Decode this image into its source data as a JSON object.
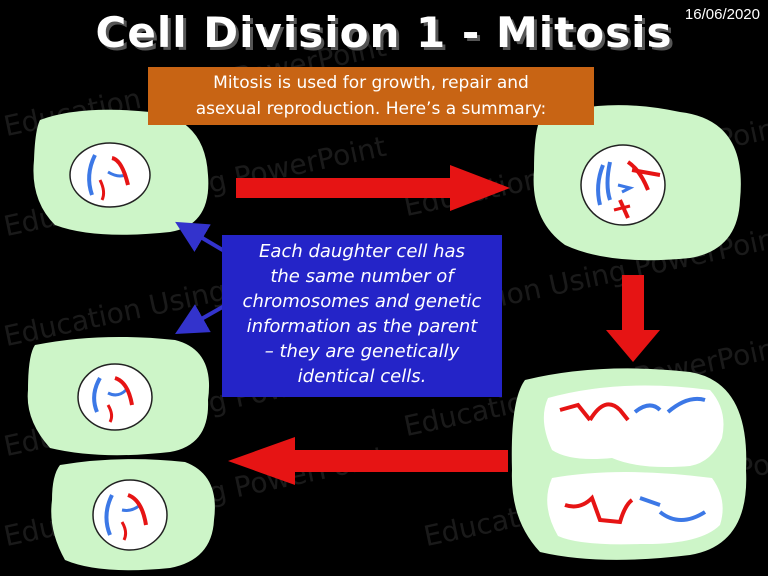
{
  "slide": {
    "title": "Cell Division 1 - Mitosis",
    "date": "16/06/2020",
    "summary_lines": [
      "Mitosis is used for growth, repair and",
      "asexual reproduction.  Here’s a summary:"
    ],
    "info_lines": [
      "Each daughter cell has",
      "the same number of",
      "chromosomes and genetic",
      "information as the parent",
      "– they are genetically",
      "identical cells."
    ],
    "watermark": "Education Using PowerPoint"
  },
  "colors": {
    "background": "#000000",
    "cytoplasm": "#cdf5c8",
    "nucleus": "#ffffff",
    "chromosome_blue": "#3c78e6",
    "chromosome_red": "#e61414",
    "arrow_red": "#e61414",
    "pointer_blue": "#3333cc",
    "summary_box": "#c86414",
    "info_box": "#2424c8"
  }
}
